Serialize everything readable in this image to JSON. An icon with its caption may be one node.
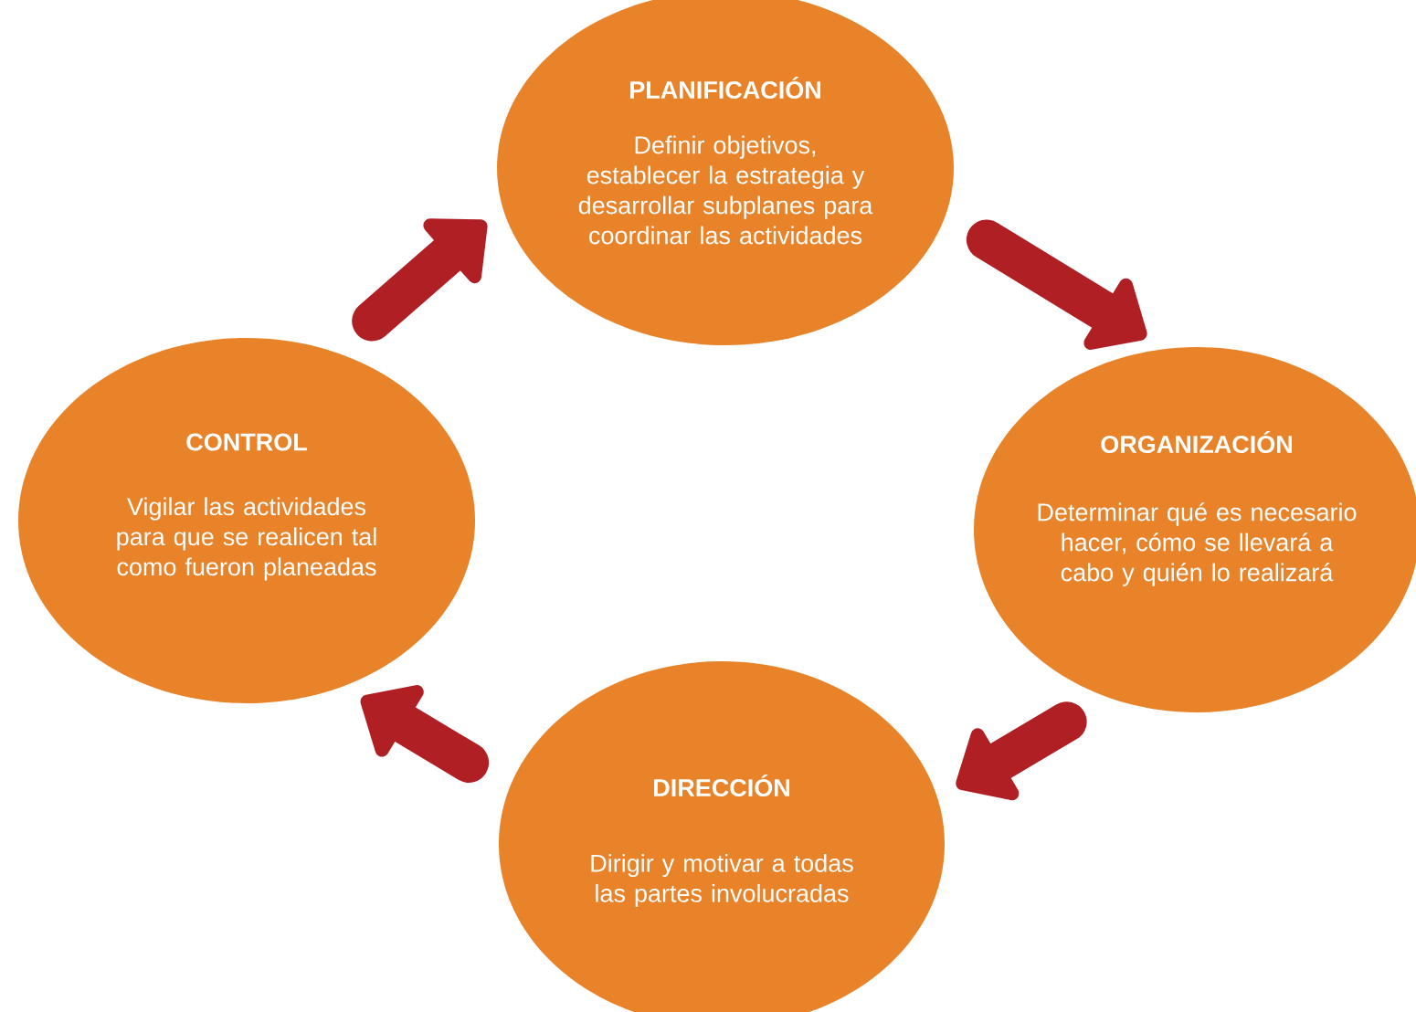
{
  "diagram": {
    "nodes": [
      {
        "text": [
          "PLANIFICACIÓN",
          "Definir objetivos, establecer la estrategia y desarrollar subplanes para coordinar las actividades"
        ]
      },
      {
        "text": [
          "ORGANIZACIÓN",
          "Determinar qué es necesario hacer, cómo se llevará a cabo y quién lo realizará"
        ]
      },
      {
        "text": [
          "DIRECCIÓN",
          "Dirigir y motivar a todas las partes involucradas"
        ]
      },
      {
        "text": [
          "CONTROL",
          "Vigilar las actividades para que se realicen tal como fueron planeadas"
        ]
      }
    ],
    "edges": [
      {
        "from": 0,
        "to": 1,
        "arrow": "to"
      },
      {
        "from": 1,
        "to": 2,
        "arrow": "to"
      },
      {
        "from": 2,
        "to": 3,
        "arrow": "to"
      },
      {
        "from": 3,
        "to": 0,
        "arrow": "to"
      }
    ]
  }
}
